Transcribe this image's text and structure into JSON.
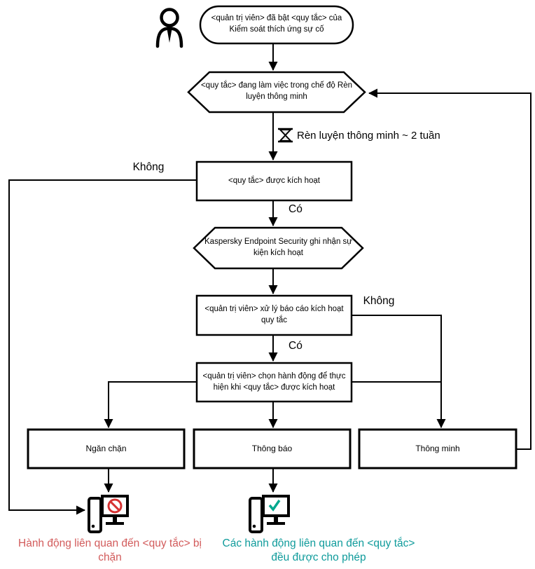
{
  "diagram": {
    "nodes": {
      "start": "<quản trị viên> đã bật <quy tắc> của Kiểm soát thích ứng sự cố",
      "training_mode": "<quy tắc> đang làm việc trong chế độ Rèn luyện thông minh",
      "rule_triggered": "<quy tắc> được kích hoạt",
      "event_logged": "Kaspersky Endpoint Security ghi nhận sự kiện kích hoạt",
      "admin_processes_report": "<quản trị viên> xử lý báo cáo kích hoạt quy tắc",
      "admin_chooses_action": "<quản trị viên> chọn hành động để thực hiện khi <quy tắc> được kích hoạt",
      "action_block": "Ngăn chặn",
      "action_notify": "Thông báo",
      "action_smart": "Thông minh"
    },
    "edge_labels": {
      "no_1": "Không",
      "yes_1": "Có",
      "no_2": "Không",
      "yes_2": "Có"
    },
    "annotations": {
      "training_duration": "Rèn luyện thông minh ~ 2 tuần"
    },
    "captions": {
      "blocked": "Hành động liên quan đến <quy tắc> bị chặn",
      "allowed": "Các hành động liên quan đến <quy tắc> đều được cho phép"
    },
    "icons": {
      "actor": "person-icon",
      "timer": "hourglass-icon",
      "blocked_pc": "computer-blocked-icon",
      "allowed_pc": "computer-allowed-icon"
    },
    "colors": {
      "line": "#000000",
      "shape_fill": "#ffffff",
      "prohibit": "#d63333",
      "check": "#00a88e",
      "caption_blocked": "#d25b5b",
      "caption_allowed": "#0f9b9b"
    }
  }
}
